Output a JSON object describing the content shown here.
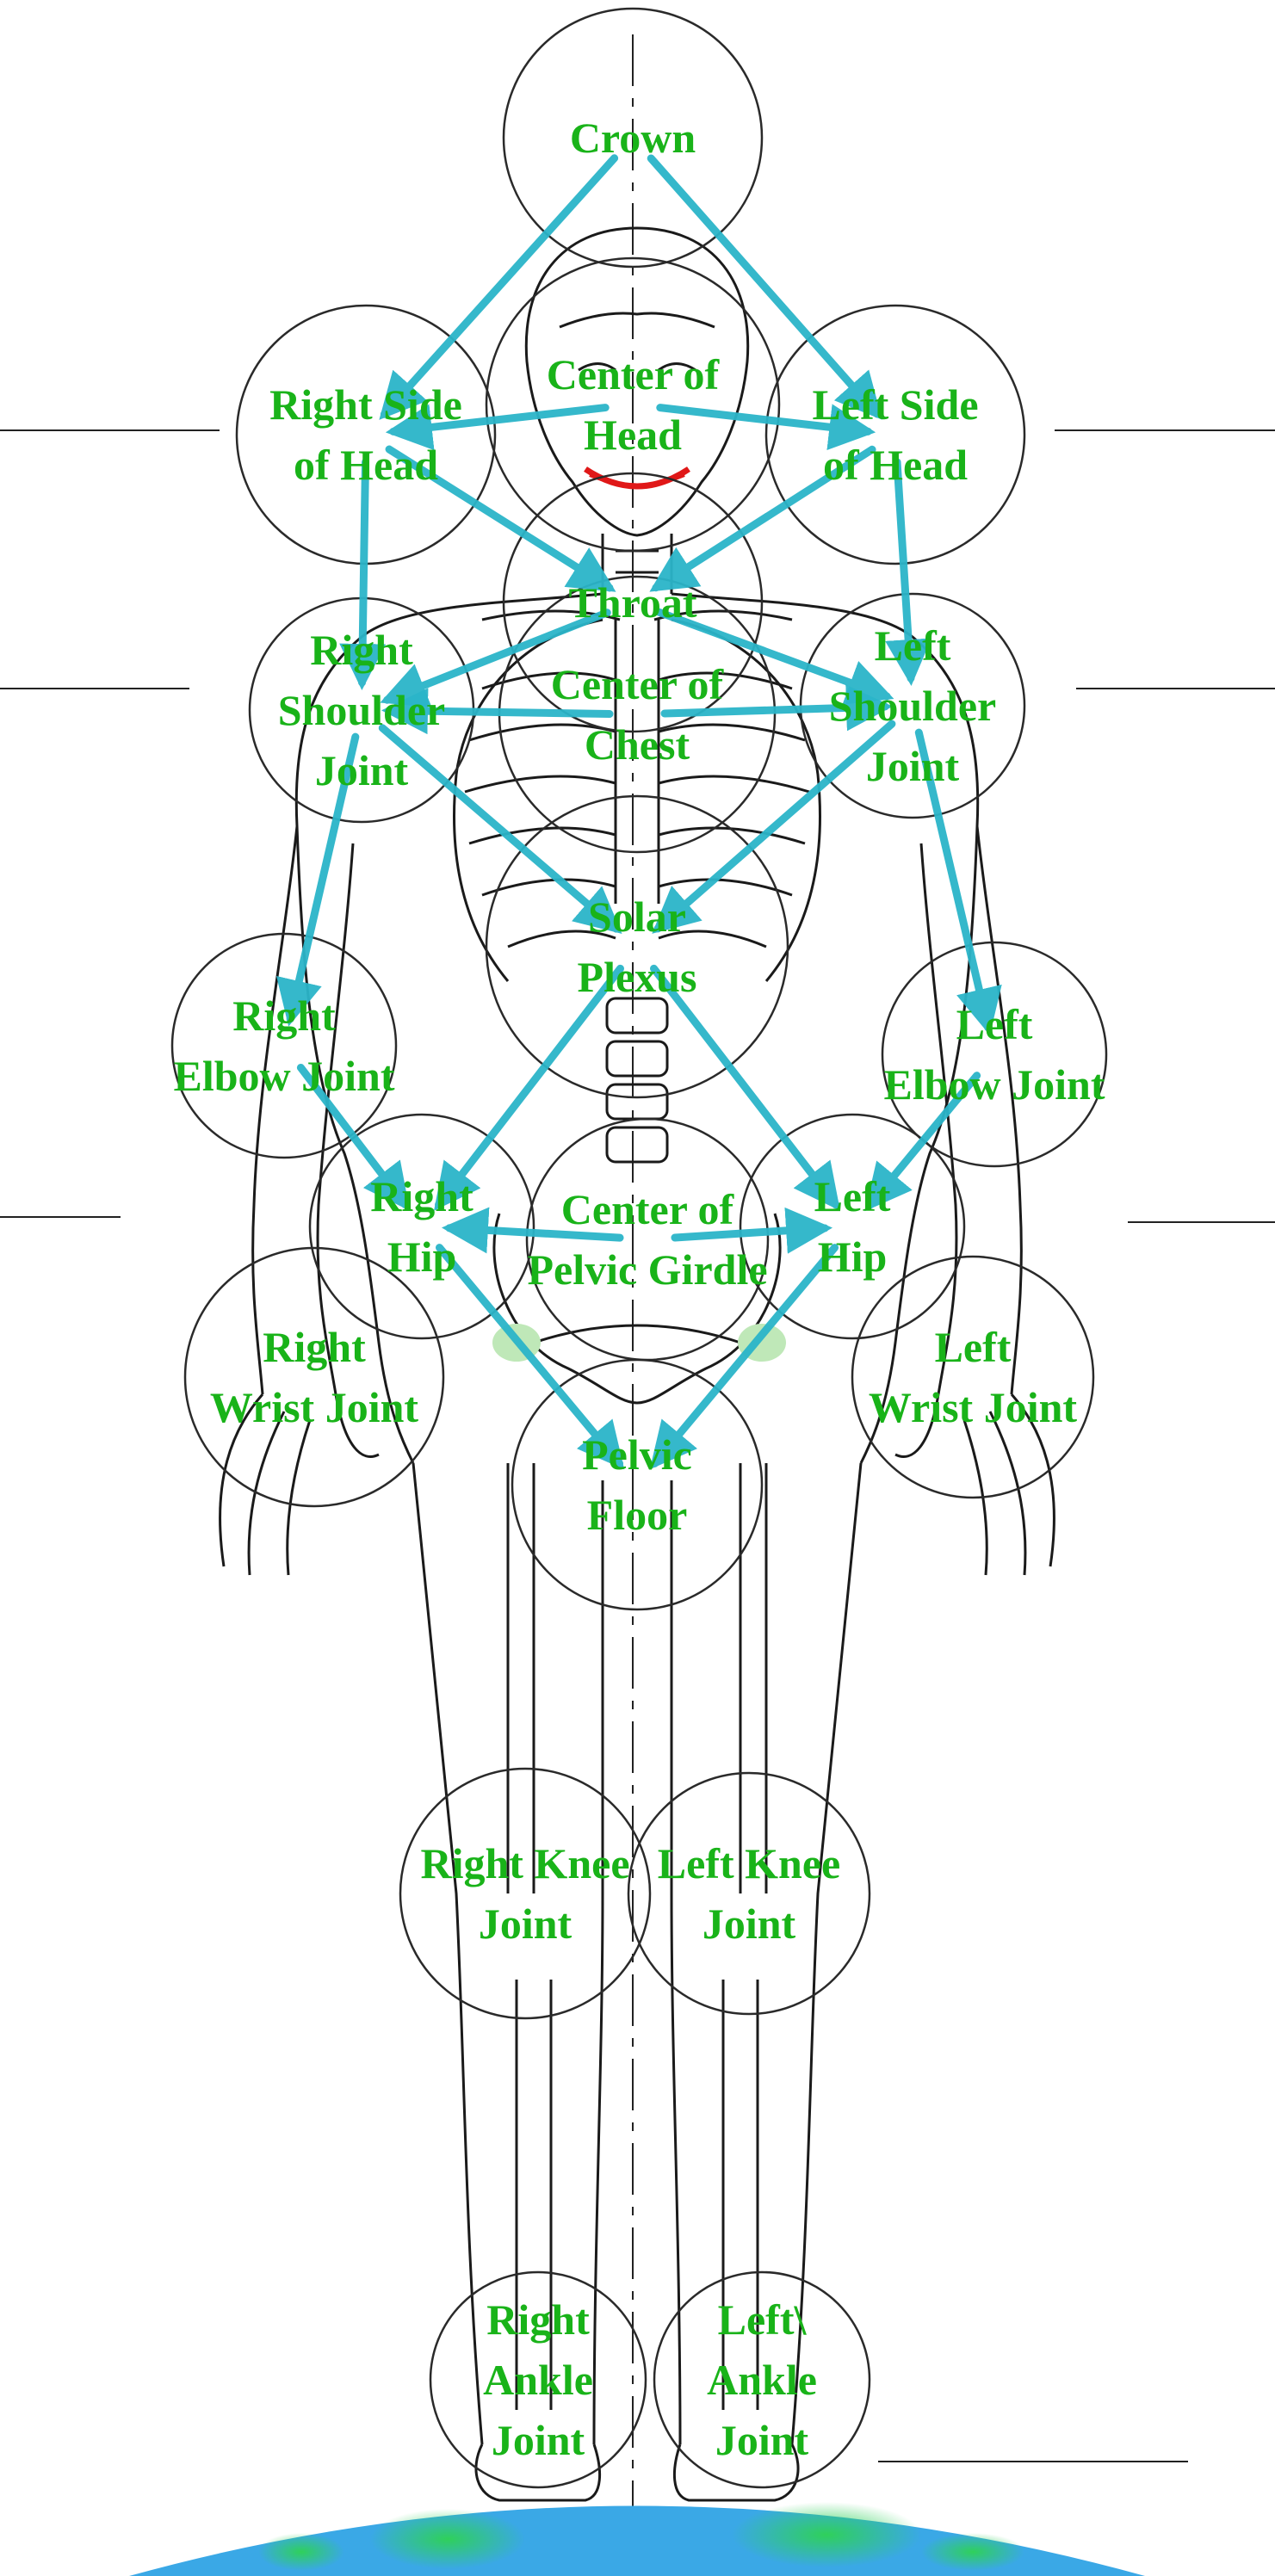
{
  "colors": {
    "label": "#19b319",
    "arrow": "#2bb5c9",
    "circle": "#2a2a2a",
    "body_line": "#1a1a1a",
    "mouth": "#e01818",
    "earth_water": "#3aa8e6",
    "earth_land": "#2fd05a"
  },
  "nodes": [
    {
      "id": "crown",
      "lines": [
        "Crown"
      ]
    },
    {
      "id": "right-side-of-head",
      "lines": [
        "Right Side",
        "of Head"
      ]
    },
    {
      "id": "center-of-head",
      "lines": [
        "Center of",
        "Head"
      ]
    },
    {
      "id": "left-side-of-head",
      "lines": [
        "Left Side",
        "of Head"
      ]
    },
    {
      "id": "throat",
      "lines": [
        "Throat"
      ]
    },
    {
      "id": "right-shoulder-joint",
      "lines": [
        "Right",
        "Shoulder",
        "Joint"
      ]
    },
    {
      "id": "center-of-chest",
      "lines": [
        "Center of",
        "Chest"
      ]
    },
    {
      "id": "left-shoulder-joint",
      "lines": [
        "Left",
        "Shoulder",
        "Joint"
      ]
    },
    {
      "id": "solar-plexus",
      "lines": [
        "Solar",
        "Plexus"
      ]
    },
    {
      "id": "right-elbow-joint",
      "lines": [
        "Right",
        "Elbow Joint"
      ]
    },
    {
      "id": "left-elbow-joint",
      "lines": [
        "Left",
        "Elbow Joint"
      ]
    },
    {
      "id": "right-hip",
      "lines": [
        "Right",
        "Hip"
      ]
    },
    {
      "id": "center-of-pelvic-girdle",
      "lines": [
        "Center of",
        "Pelvic Girdle"
      ]
    },
    {
      "id": "left-hip",
      "lines": [
        "Left",
        "Hip"
      ]
    },
    {
      "id": "right-wrist-joint",
      "lines": [
        "Right",
        "Wrist Joint"
      ]
    },
    {
      "id": "left-wrist-joint",
      "lines": [
        "Left",
        "Wrist Joint"
      ]
    },
    {
      "id": "pelvic-floor",
      "lines": [
        "Pelvic",
        "Floor"
      ]
    },
    {
      "id": "right-knee-joint",
      "lines": [
        "Right Knee",
        "Joint"
      ]
    },
    {
      "id": "left-knee-joint",
      "lines": [
        "Left Knee",
        "Joint"
      ]
    },
    {
      "id": "right-ankle-joint",
      "lines": [
        "Right",
        "Ankle",
        "Joint"
      ]
    },
    {
      "id": "left-ankle-joint",
      "lines": [
        "Left\\",
        "Ankle",
        "Joint"
      ]
    }
  ],
  "connections": [
    {
      "from": "crown",
      "to": "right-side-of-head"
    },
    {
      "from": "crown",
      "to": "left-side-of-head"
    },
    {
      "from": "center-of-head",
      "to": "right-side-of-head"
    },
    {
      "from": "center-of-head",
      "to": "left-side-of-head"
    },
    {
      "from": "right-side-of-head",
      "to": "throat"
    },
    {
      "from": "left-side-of-head",
      "to": "throat"
    },
    {
      "from": "right-side-of-head",
      "to": "right-shoulder-joint"
    },
    {
      "from": "left-side-of-head",
      "to": "left-shoulder-joint"
    },
    {
      "from": "throat",
      "to": "right-shoulder-joint"
    },
    {
      "from": "throat",
      "to": "left-shoulder-joint"
    },
    {
      "from": "center-of-chest",
      "to": "right-shoulder-joint"
    },
    {
      "from": "center-of-chest",
      "to": "left-shoulder-joint"
    },
    {
      "from": "right-shoulder-joint",
      "to": "solar-plexus"
    },
    {
      "from": "left-shoulder-joint",
      "to": "solar-plexus"
    },
    {
      "from": "right-shoulder-joint",
      "to": "right-elbow-joint"
    },
    {
      "from": "left-shoulder-joint",
      "to": "left-elbow-joint"
    },
    {
      "from": "solar-plexus",
      "to": "right-hip"
    },
    {
      "from": "solar-plexus",
      "to": "left-hip"
    },
    {
      "from": "right-elbow-joint",
      "to": "right-hip"
    },
    {
      "from": "left-elbow-joint",
      "to": "left-hip"
    },
    {
      "from": "center-of-pelvic-girdle",
      "to": "right-hip"
    },
    {
      "from": "center-of-pelvic-girdle",
      "to": "left-hip"
    },
    {
      "from": "right-hip",
      "to": "pelvic-floor"
    },
    {
      "from": "left-hip",
      "to": "pelvic-floor"
    }
  ]
}
